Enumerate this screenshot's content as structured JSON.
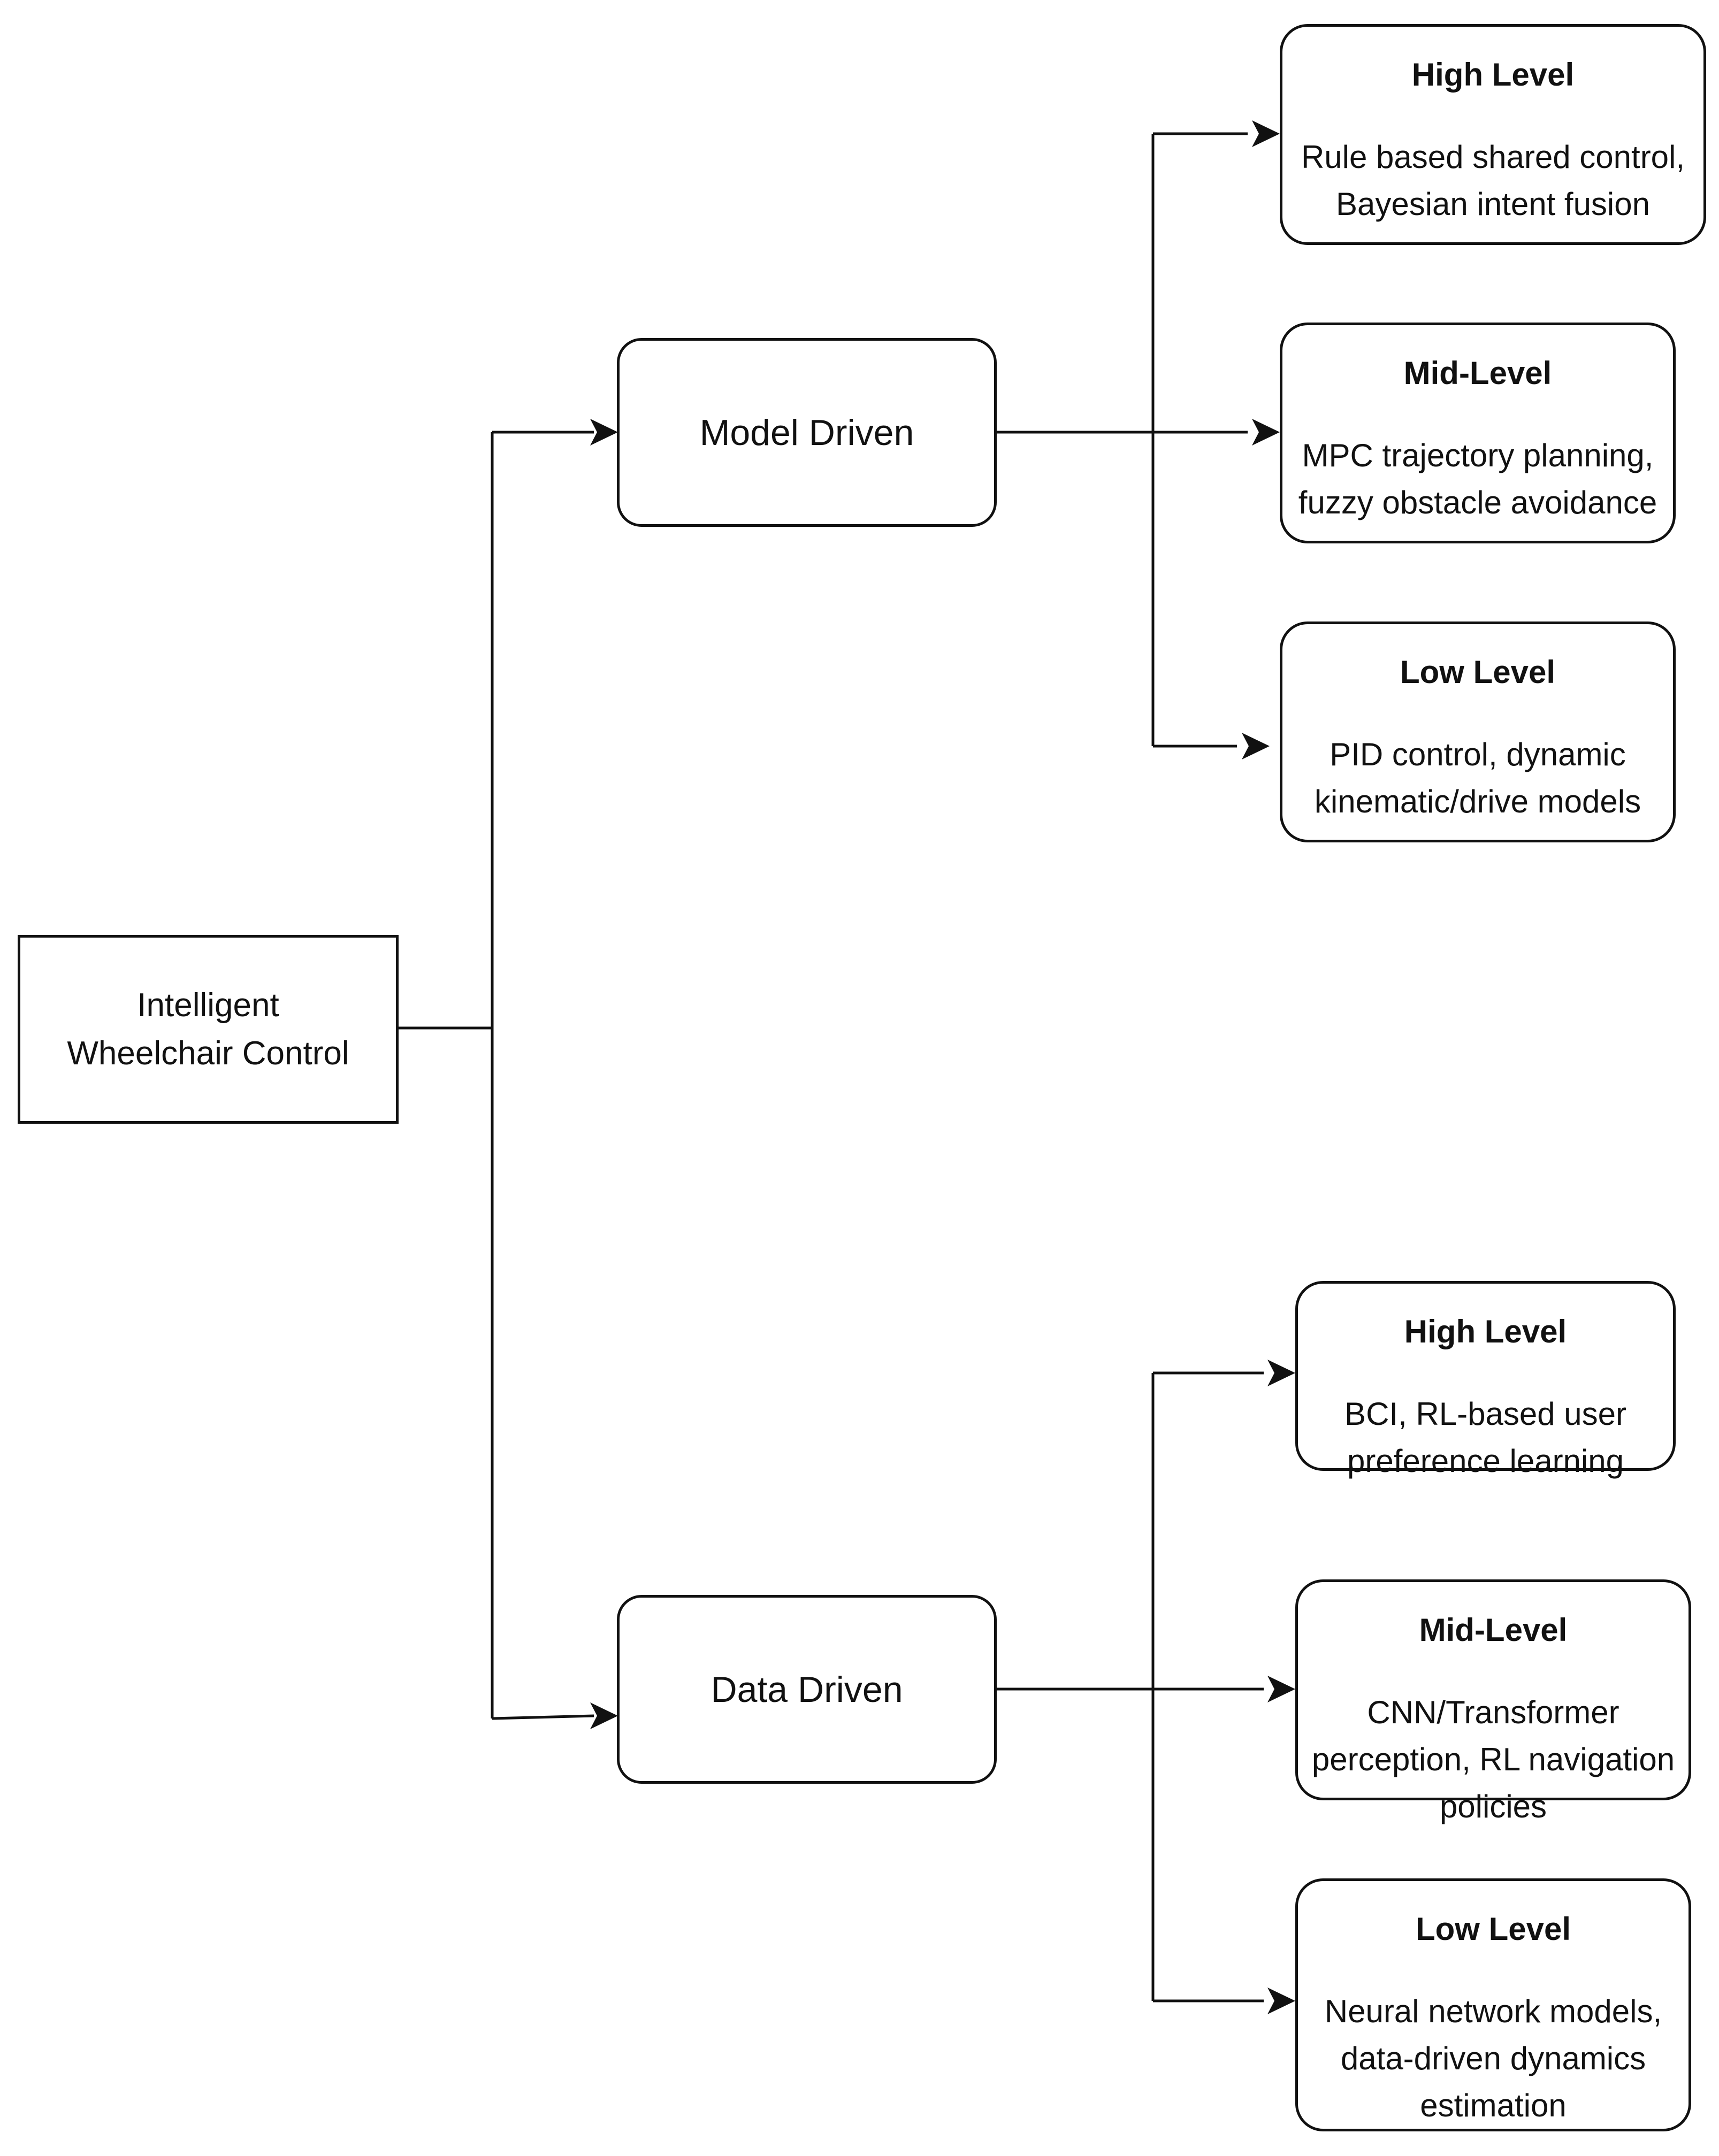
{
  "root": {
    "label": "Intelligent\nWheelchair Control"
  },
  "branches": {
    "model": {
      "label": "Model Driven"
    },
    "data": {
      "label": "Data Driven"
    }
  },
  "model_levels": [
    {
      "title": "High Level",
      "body": "Rule based shared control,\nBayesian intent fusion"
    },
    {
      "title": "Mid-Level",
      "body": "MPC trajectory planning,\nfuzzy obstacle avoidance"
    },
    {
      "title": "Low Level",
      "body": "PID control, dynamic\nkinematic/drive models"
    }
  ],
  "data_levels": [
    {
      "title": "High Level",
      "body": "BCI, RL-based user\npreference learning"
    },
    {
      "title": "Mid-Level",
      "body": "CNN/Transformer\nperception, RL navigation\npolicies"
    },
    {
      "title": "Low Level",
      "body": "Neural network models,\ndata-driven dynamics\nestimation"
    }
  ]
}
